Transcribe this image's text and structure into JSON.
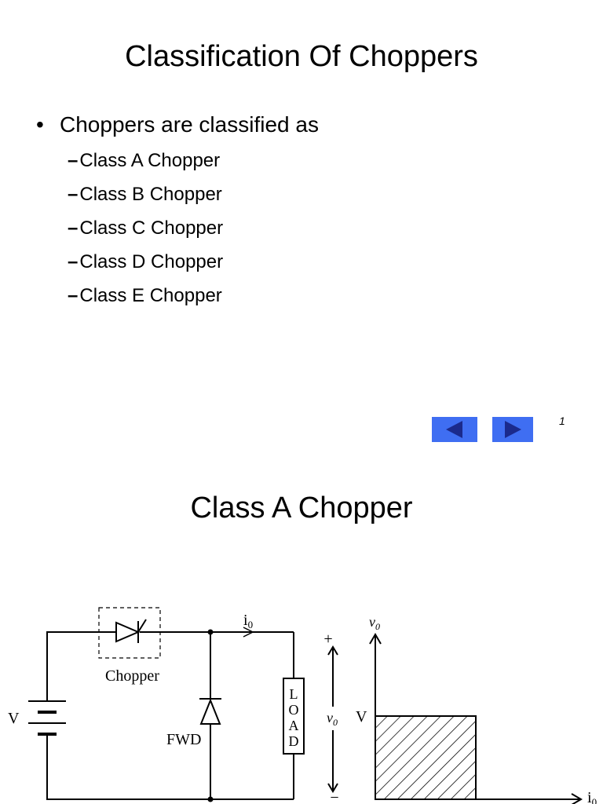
{
  "slide1": {
    "title": "Classification Of Choppers",
    "bullet": "Choppers are classified as",
    "items": [
      "Class A Chopper",
      "Class B Chopper",
      "Class C Chopper",
      "Class D Chopper",
      "Class E Chopper"
    ],
    "sub_bullet_symbol": "–",
    "page_number": "1"
  },
  "navigation": {
    "button_color": "#3f6ef2",
    "prev_icon": "triangle-left-icon",
    "next_icon": "triangle-right-icon"
  },
  "slide2": {
    "title": "Class A Chopper",
    "circuit": {
      "chopper_label": "Chopper",
      "source_label": "V",
      "diode_label": "FWD",
      "current_label": "i",
      "current_subscript": "0",
      "load_letters": [
        "L",
        "O",
        "A",
        "D"
      ],
      "voltage_label": "v",
      "voltage_subscript": "0",
      "plus_sign": "+",
      "minus_sign": "−"
    },
    "graph": {
      "y_axis_label": "v",
      "y_axis_subscript": "0",
      "level_label": "V",
      "x_axis_label": "i",
      "x_axis_subscript": "0"
    }
  }
}
